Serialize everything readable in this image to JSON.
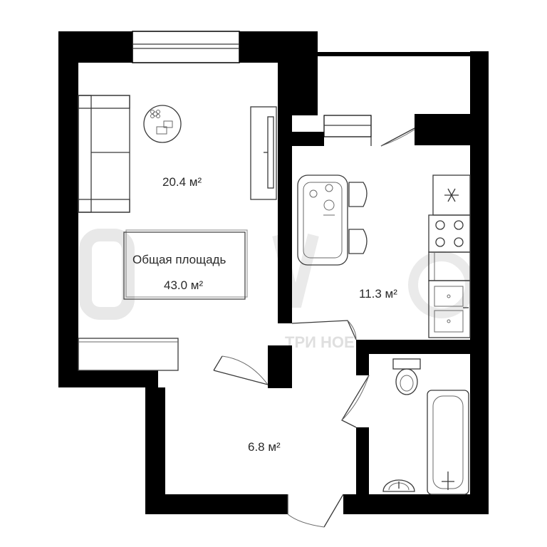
{
  "rooms": {
    "living_area": "20.4 м²",
    "kitchen_area": "11.3 м²",
    "hall_area": "6.8 м²"
  },
  "total": {
    "label": "Общая площадь",
    "value": "43.0 м²"
  },
  "watermark": {
    "text": "ТРИ НОЕ"
  },
  "icons": {
    "fridge": "snowflake-icon",
    "table_decor": "flower-icon"
  },
  "colors": {
    "wall": "#000000",
    "background": "#ffffff",
    "fixture_line": "#3a3a3a"
  }
}
